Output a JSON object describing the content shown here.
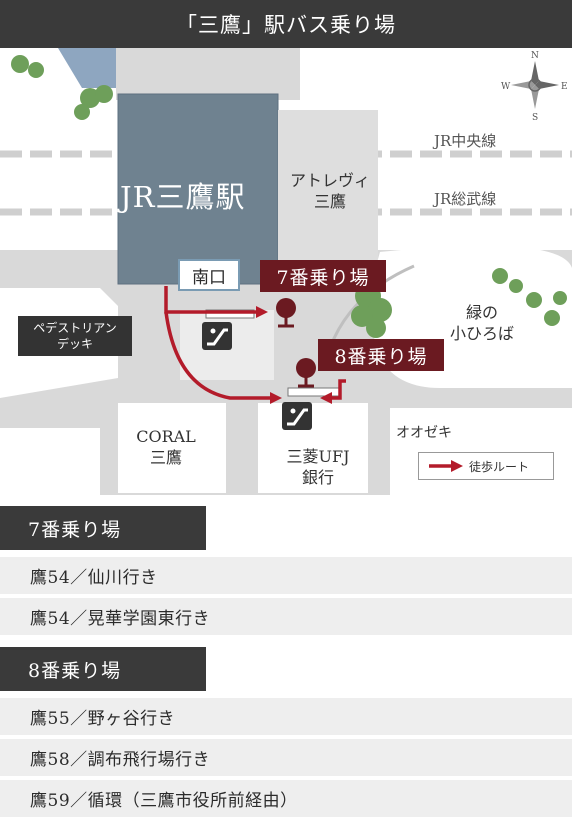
{
  "title": "「三鷹」駅バス乗り場",
  "map": {
    "station": "JR三鷹駅",
    "atre": "アトレヴィ\n三鷹",
    "rail_lines": [
      "JR中央線",
      "JR総武線"
    ],
    "south_exit": "南口",
    "pedestrian_deck": "ペデストリアン\nデッキ",
    "stop_7": "7番乗り場",
    "stop_8": "8番乗り場",
    "park": "緑の\n小ひろば",
    "coral": "CORAL\n三鷹",
    "bank": "三菱UFJ\n銀行",
    "ozeki": "オオゼキ",
    "compass": {
      "n": "N",
      "s": "S",
      "e": "E",
      "w": "W"
    },
    "legend": "徒歩ルート",
    "colors": {
      "route": "#b31b2a",
      "stop": "#6b1a21",
      "station": "#6f8290",
      "building": "#ffffff",
      "street": "#d9d9d9"
    }
  },
  "sections": [
    {
      "heading": "7番乗り場",
      "routes": [
        "鷹54／仙川行き",
        "鷹54／晃華学園東行き"
      ]
    },
    {
      "heading": "8番乗り場",
      "routes": [
        "鷹55／野ヶ谷行き",
        "鷹58／調布飛行場行き",
        "鷹59／循環（三鷹市役所前経由）"
      ]
    }
  ]
}
